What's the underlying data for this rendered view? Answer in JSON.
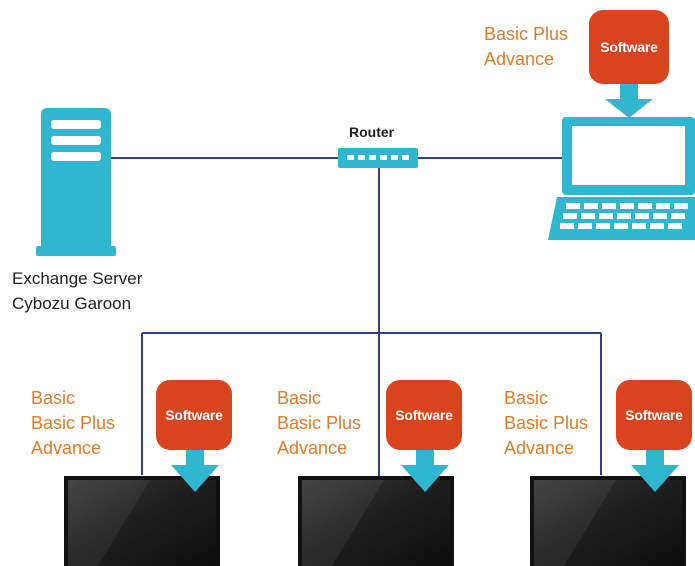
{
  "router": {
    "label": "Router"
  },
  "server": {
    "lines": [
      "Exchange Server",
      "Cybozu Garoon"
    ]
  },
  "laptop": {
    "editions": [
      "Basic Plus",
      "Advance"
    ],
    "badge": "Software"
  },
  "displays": [
    {
      "editions": [
        "Basic",
        "Basic Plus",
        "Advance"
      ],
      "badge": "Software"
    },
    {
      "editions": [
        "Basic",
        "Basic Plus",
        "Advance"
      ],
      "badge": "Software"
    },
    {
      "editions": [
        "Basic",
        "Basic Plus",
        "Advance"
      ],
      "badge": "Software"
    }
  ],
  "colors": {
    "device": "#2fb7cf",
    "software_badge": "#d9431d",
    "edition_text": "#e07b2a",
    "network_line": "#2e3f8c",
    "screen": "#1b1b1b"
  },
  "icons": {
    "server": "server-tower-icon",
    "router": "router-switch-icon",
    "laptop": "laptop-icon",
    "display": "display-panel-icon",
    "install": "down-arrow-icon"
  }
}
